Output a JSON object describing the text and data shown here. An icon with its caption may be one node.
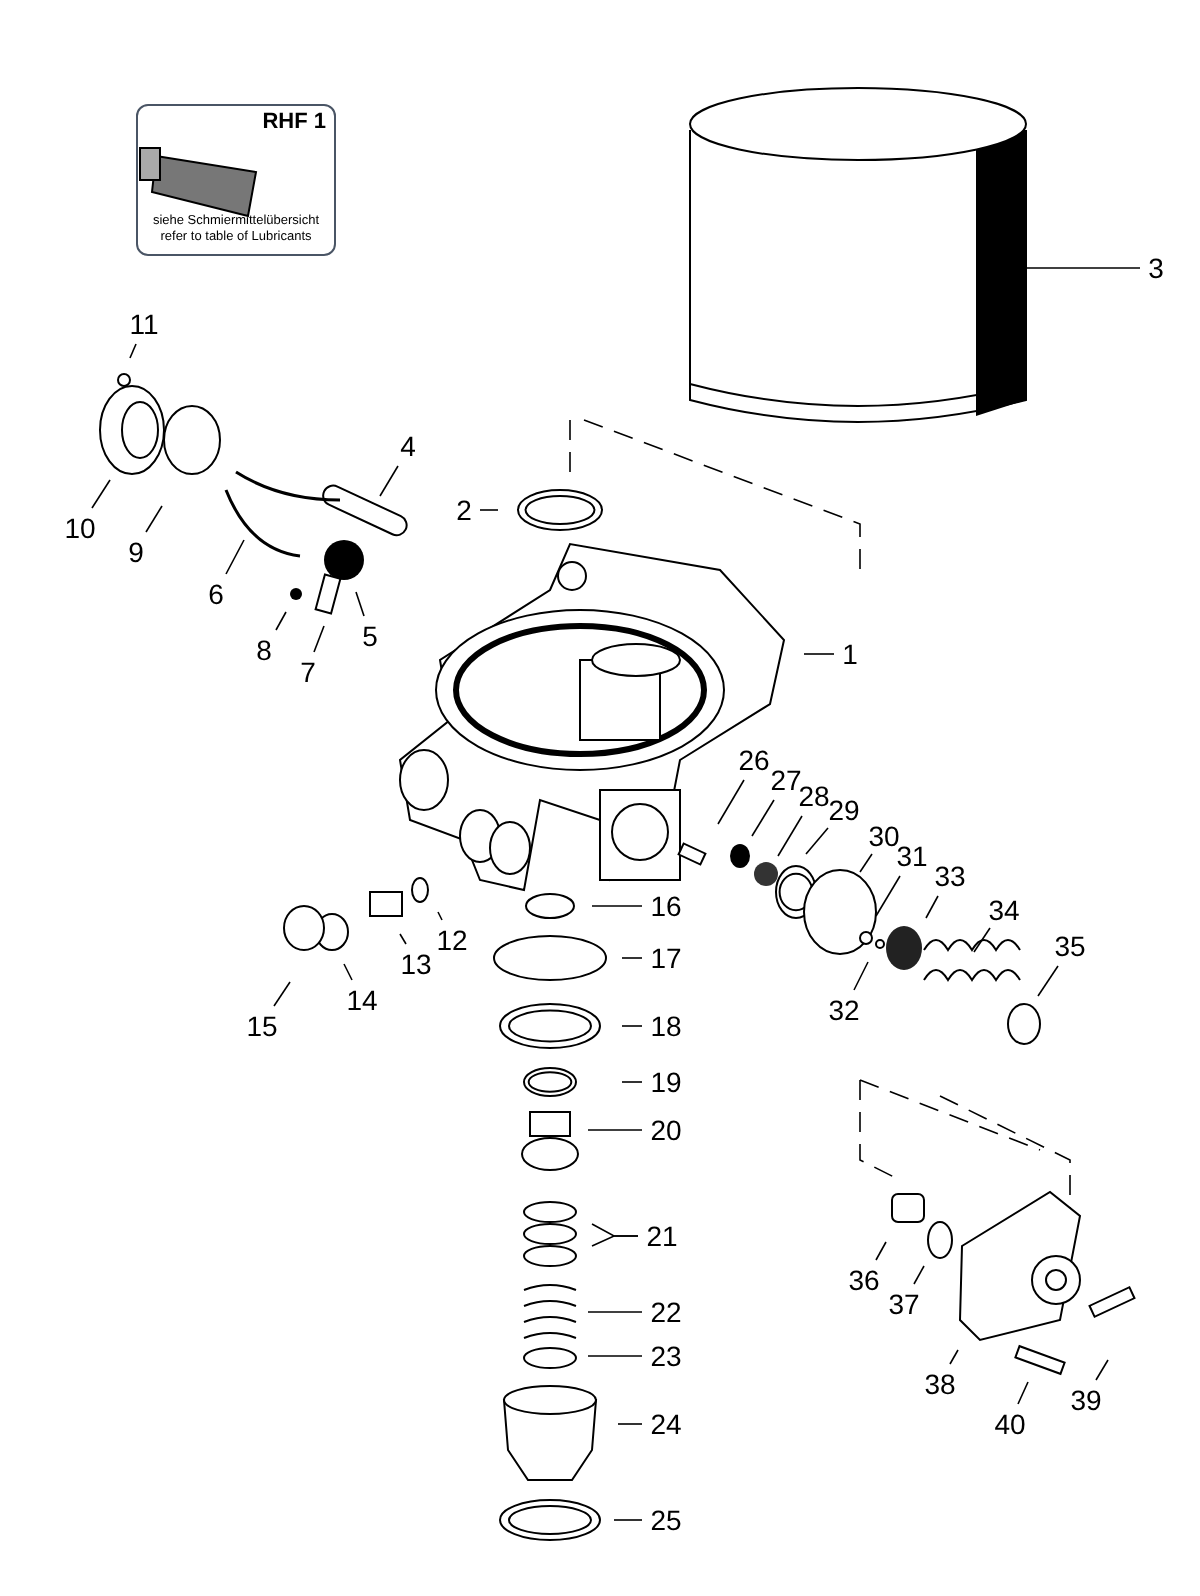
{
  "diagram": {
    "nodes": [
      {
        "text": [
          "1"
        ]
      },
      {
        "text": [
          "2"
        ]
      },
      {
        "text": [
          "3"
        ]
      },
      {
        "text": [
          "4"
        ]
      },
      {
        "text": [
          "5"
        ]
      },
      {
        "text": [
          "6"
        ]
      },
      {
        "text": [
          "7"
        ]
      },
      {
        "text": [
          "8"
        ]
      },
      {
        "text": [
          "9"
        ]
      },
      {
        "text": [
          "10"
        ]
      },
      {
        "text": [
          "11"
        ]
      },
      {
        "text": [
          "12"
        ]
      },
      {
        "text": [
          "13"
        ]
      },
      {
        "text": [
          "14"
        ]
      },
      {
        "text": [
          "15"
        ]
      },
      {
        "text": [
          "16"
        ]
      },
      {
        "text": [
          "17"
        ]
      },
      {
        "text": [
          "18"
        ]
      },
      {
        "text": [
          "19"
        ]
      },
      {
        "text": [
          "20"
        ]
      },
      {
        "text": [
          "21"
        ]
      },
      {
        "text": [
          "22"
        ]
      },
      {
        "text": [
          "23"
        ]
      },
      {
        "text": [
          "24"
        ]
      },
      {
        "text": [
          "25"
        ]
      },
      {
        "text": [
          "26"
        ]
      },
      {
        "text": [
          "27"
        ]
      },
      {
        "text": [
          "28"
        ]
      },
      {
        "text": [
          "29"
        ]
      },
      {
        "text": [
          "30"
        ]
      },
      {
        "text": [
          "31"
        ]
      },
      {
        "text": [
          "32"
        ]
      },
      {
        "text": [
          "33"
        ]
      },
      {
        "text": [
          "34"
        ]
      },
      {
        "text": [
          "35"
        ]
      },
      {
        "text": [
          "36"
        ]
      },
      {
        "text": [
          "37"
        ]
      },
      {
        "text": [
          "38"
        ]
      },
      {
        "text": [
          "39"
        ]
      },
      {
        "text": [
          "40"
        ]
      },
      {
        "text": [
          "RHF 1",
          "siehe Schmiermittelübersicht",
          "refer to table of Lubricants"
        ]
      }
    ],
    "edges": [
      {
        "from": 0,
        "to": null,
        "arrow": "none"
      },
      {
        "from": 1,
        "to": null,
        "arrow": "none"
      },
      {
        "from": 2,
        "to": null,
        "arrow": "none"
      },
      {
        "from": 3,
        "to": null,
        "arrow": "none"
      },
      {
        "from": 4,
        "to": null,
        "arrow": "none"
      },
      {
        "from": 5,
        "to": null,
        "arrow": "none"
      },
      {
        "from": 6,
        "to": null,
        "arrow": "none"
      },
      {
        "from": 7,
        "to": null,
        "arrow": "none"
      },
      {
        "from": 8,
        "to": null,
        "arrow": "none"
      },
      {
        "from": 9,
        "to": null,
        "arrow": "none"
      },
      {
        "from": 10,
        "to": null,
        "arrow": "none"
      },
      {
        "from": 11,
        "to": null,
        "arrow": "none"
      },
      {
        "from": 12,
        "to": null,
        "arrow": "none"
      },
      {
        "from": 13,
        "to": null,
        "arrow": "none"
      },
      {
        "from": 14,
        "to": null,
        "arrow": "none"
      },
      {
        "from": 15,
        "to": null,
        "arrow": "none"
      },
      {
        "from": 16,
        "to": null,
        "arrow": "none"
      },
      {
        "from": 17,
        "to": null,
        "arrow": "none"
      },
      {
        "from": 18,
        "to": null,
        "arrow": "none"
      },
      {
        "from": 19,
        "to": null,
        "arrow": "none"
      },
      {
        "from": 20,
        "to": null,
        "arrow": "none"
      },
      {
        "from": 20,
        "to": null,
        "arrow": "none"
      },
      {
        "from": 21,
        "to": null,
        "arrow": "none"
      },
      {
        "from": 22,
        "to": null,
        "arrow": "none"
      },
      {
        "from": 23,
        "to": null,
        "arrow": "none"
      },
      {
        "from": 24,
        "to": null,
        "arrow": "none"
      },
      {
        "from": 25,
        "to": null,
        "arrow": "none"
      },
      {
        "from": 26,
        "to": null,
        "arrow": "none"
      },
      {
        "from": 27,
        "to": null,
        "arrow": "none"
      },
      {
        "from": 28,
        "to": null,
        "arrow": "none"
      },
      {
        "from": 29,
        "to": null,
        "arrow": "none"
      },
      {
        "from": 30,
        "to": null,
        "arrow": "none"
      },
      {
        "from": 31,
        "to": null,
        "arrow": "none"
      },
      {
        "from": 32,
        "to": null,
        "arrow": "none"
      },
      {
        "from": 33,
        "to": null,
        "arrow": "none"
      },
      {
        "from": 34,
        "to": null,
        "arrow": "none"
      },
      {
        "from": 35,
        "to": null,
        "arrow": "none"
      },
      {
        "from": 36,
        "to": null,
        "arrow": "none"
      },
      {
        "from": 37,
        "to": null,
        "arrow": "none"
      },
      {
        "from": 38,
        "to": null,
        "arrow": "none"
      },
      {
        "from": 39,
        "to": null,
        "arrow": "none"
      }
    ]
  }
}
